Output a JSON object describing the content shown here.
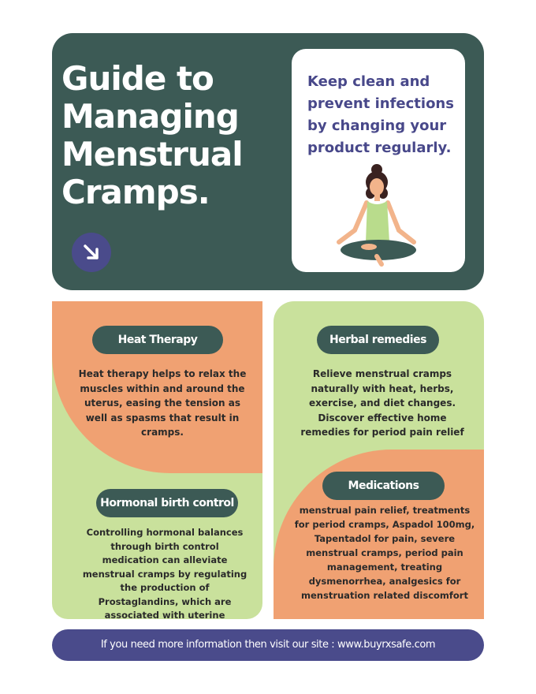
{
  "hero": {
    "title": "Guide to Managing Menstrual Cramps.",
    "tip": "Keep clean and prevent infections by changing your product regularly."
  },
  "sections": {
    "heat": {
      "label": "Heat Therapy",
      "text": "Heat therapy helps to relax the muscles within and around the uterus, easing the tension as well as spasms that result in cramps."
    },
    "hormonal": {
      "label": "Hormonal birth control",
      "text": "Controlling hormonal balances through birth control medication can alleviate menstrual cramps by regulating the production of Prostaglandins, which are associated with uterine contractions."
    },
    "herbal": {
      "label": "Herbal remedies",
      "text": "Relieve menstrual cramps naturally with heat, herbs, exercise, and diet changes. Discover effective home remedies for period pain relief"
    },
    "medications": {
      "label": "Medications",
      "text": "menstrual pain relief, treatments for period cramps, Aspadol 100mg, Tapentadol for pain, severe menstrual cramps, period pain management, treating dysmenorrhea, analgesics for menstruation related discomfort"
    }
  },
  "footer": {
    "text": "If you need more information then visit our site : www.buyrxsafe.com"
  },
  "colors": {
    "dark_green": "#3c5a55",
    "light_green": "#c9e19c",
    "orange": "#f0a172",
    "purple": "#4a4b8b"
  }
}
